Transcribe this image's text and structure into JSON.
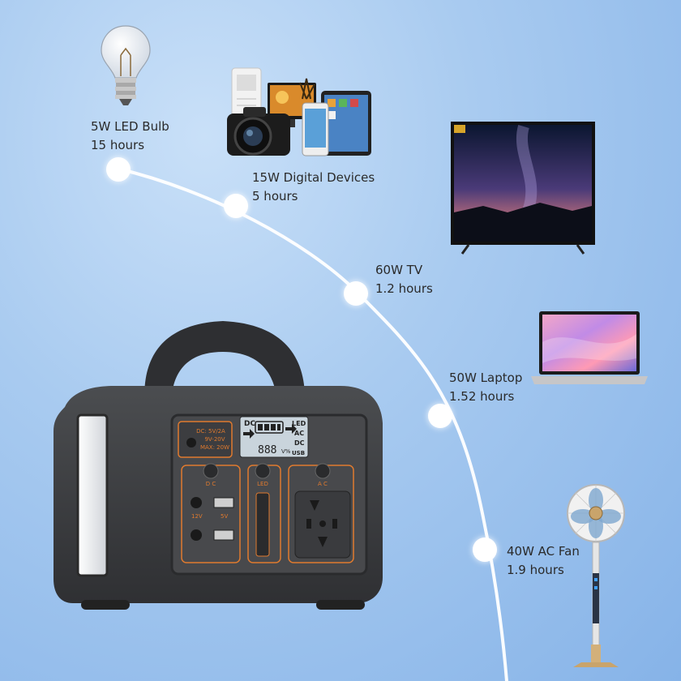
{
  "devices": [
    {
      "key": "bulb",
      "watt": "5W LED Bulb",
      "hours": "15 hours",
      "icon": "light-bulb-icon"
    },
    {
      "key": "digital",
      "watt": "15W Digital Devices",
      "hours": "5 hours",
      "icon": "digital-devices-icon"
    },
    {
      "key": "tv",
      "watt": "60W TV",
      "hours": "1.2 hours",
      "icon": "tv-icon"
    },
    {
      "key": "laptop",
      "watt": "50W Laptop",
      "hours": "1.52 hours",
      "icon": "laptop-icon"
    },
    {
      "key": "fan",
      "watt": "40W AC Fan",
      "hours": "1.9 hours",
      "icon": "fan-icon"
    }
  ],
  "panel": {
    "dc_label": "DC",
    "lcd_digits": "888",
    "lcd_unit": "V%",
    "mode_led": "LED",
    "mode_ac": "AC",
    "mode_dc": "DC",
    "mode_usb": "USB",
    "dc_spec_1": "DC: 5V/2A",
    "dc_spec_2": "9V-20V",
    "dc_spec_3": "MAX: 20W",
    "sec_dc": "D C",
    "sec_led": "LED",
    "sec_ac": "A C",
    "port_12v": "12V",
    "port_5v": "5V"
  },
  "colors": {
    "accent": "#e07a2e",
    "body": "#3a3b3d",
    "background": "#a9cbf0"
  }
}
